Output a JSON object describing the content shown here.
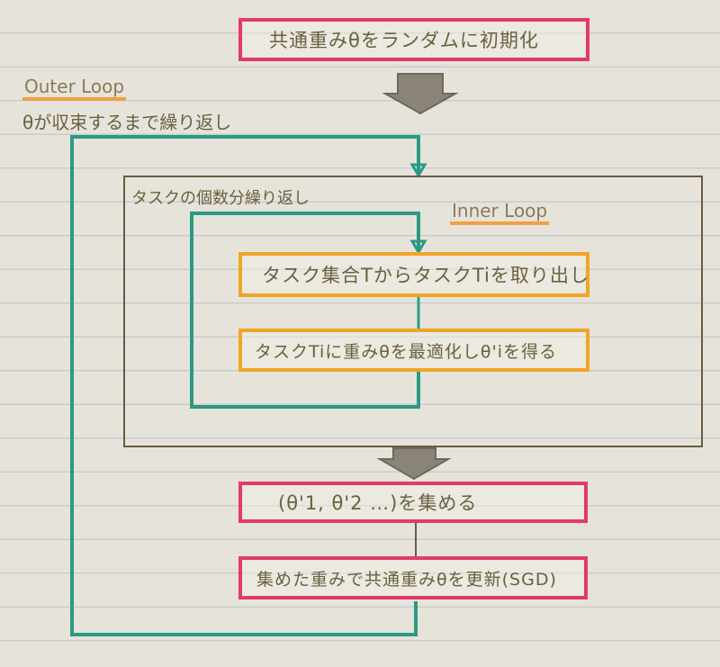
{
  "title_box": "共通重みθをランダムに初期化",
  "outer_loop": {
    "label": "Outer Loop",
    "condition": "θが収束するまで繰り返し"
  },
  "task_loop": {
    "label": "タスクの個数分繰り返し"
  },
  "inner_loop": {
    "label": "Inner Loop"
  },
  "steps": {
    "sample_task": "タスク集合TからタスクTiを取り出し",
    "optimize": "タスクTiに重みθを最適化しθ'iを得る",
    "collect": "(θ'1, θ'2 …)を集める",
    "update": "集めた重みで共通重みθを更新(SGD)"
  },
  "colors": {
    "pink": "#e23a6c",
    "orange": "#f0a526",
    "green": "#2a9a84",
    "frame": "#6b5a44",
    "arrow": "#8a8478"
  }
}
